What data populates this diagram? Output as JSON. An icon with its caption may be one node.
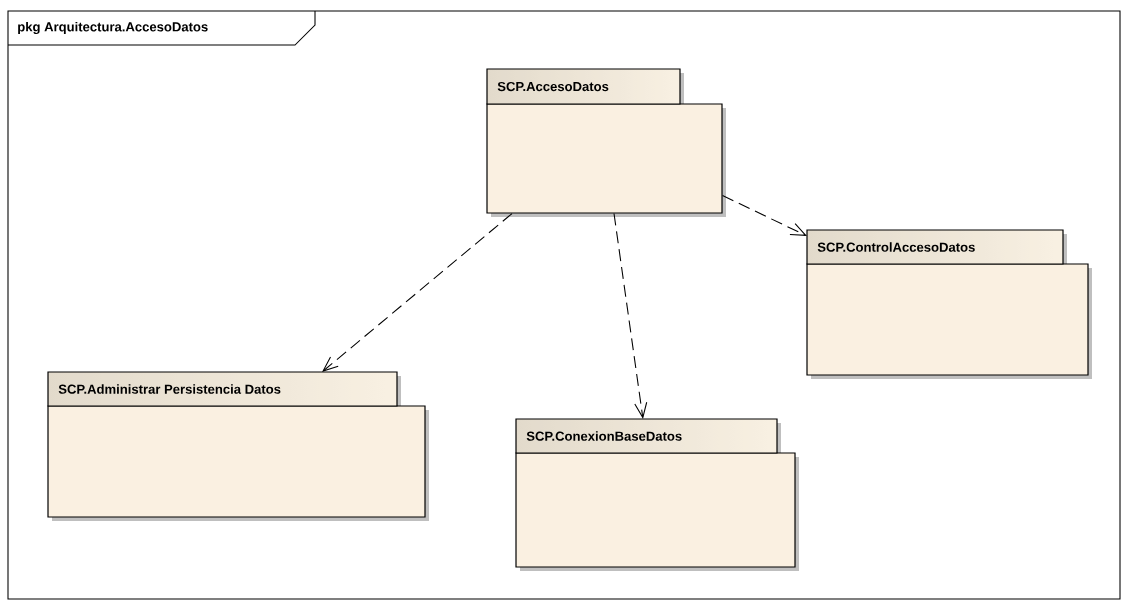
{
  "diagram": {
    "nodes": [
      {
        "text": [
          "pkg Arquitectura.AccesoDatos"
        ]
      },
      {
        "text": [
          "SCP.AccesoDatos"
        ],
        "in": 0
      },
      {
        "text": [
          "SCP.ControlAccesoDatos"
        ],
        "in": 0
      },
      {
        "text": [
          "SCP.Administrar Persistencia Datos"
        ],
        "in": 0
      },
      {
        "text": [
          "SCP.ConexionBaseDatos"
        ],
        "in": 0
      }
    ],
    "edges": [
      {
        "from": 1,
        "to": 2,
        "arrow": "to",
        "style": "dashed"
      },
      {
        "from": 1,
        "to": 3,
        "arrow": "to",
        "style": "dashed"
      },
      {
        "from": 1,
        "to": 4,
        "arrow": "to",
        "style": "dashed"
      }
    ]
  }
}
